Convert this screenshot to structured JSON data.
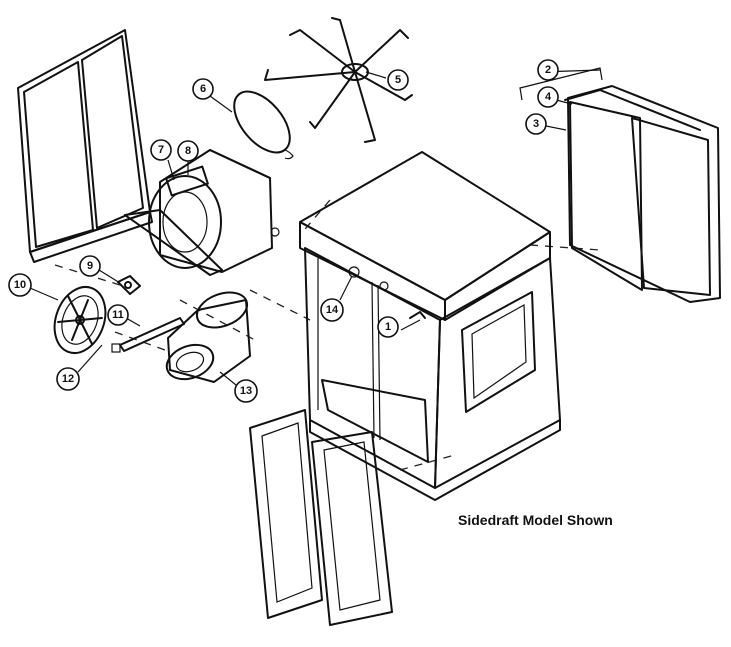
{
  "caption": "Sidedraft Model Shown",
  "callouts": [
    {
      "id": "1",
      "label": "1"
    },
    {
      "id": "2",
      "label": "2"
    },
    {
      "id": "3",
      "label": "3"
    },
    {
      "id": "4",
      "label": "4"
    },
    {
      "id": "5",
      "label": "5"
    },
    {
      "id": "6",
      "label": "6"
    },
    {
      "id": "7",
      "label": "7"
    },
    {
      "id": "8",
      "label": "8"
    },
    {
      "id": "9",
      "label": "9"
    },
    {
      "id": "10",
      "label": "10"
    },
    {
      "id": "11",
      "label": "11"
    },
    {
      "id": "12",
      "label": "12"
    },
    {
      "id": "13",
      "label": "13"
    },
    {
      "id": "14",
      "label": "14"
    }
  ]
}
